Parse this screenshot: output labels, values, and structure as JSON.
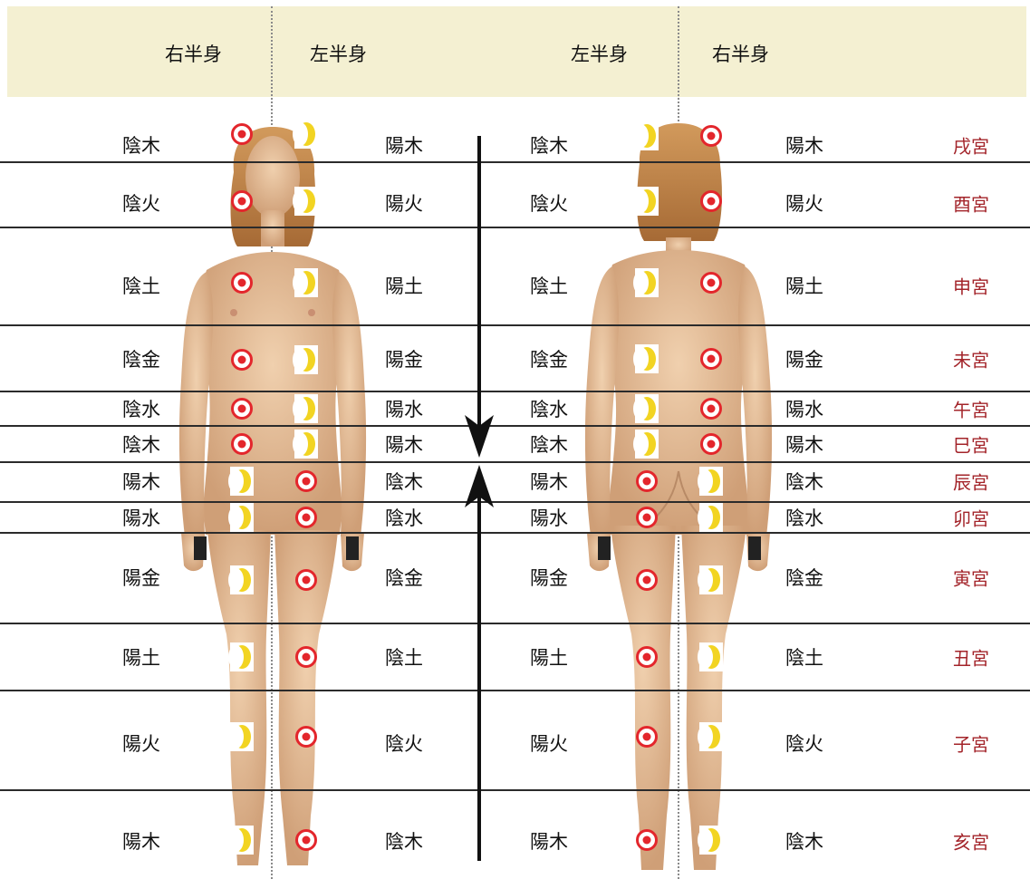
{
  "header": {
    "front_right": "右半身",
    "front_left": "左半身",
    "back_left": "左半身",
    "back_right": "右半身"
  },
  "rows": [
    {
      "fl": "陰木",
      "fr": "陽木",
      "bl": "陰木",
      "br": "陽木",
      "palace": "戌宮"
    },
    {
      "fl": "陰火",
      "fr": "陽火",
      "bl": "陰火",
      "br": "陽火",
      "palace": "酉宮"
    },
    {
      "fl": "陰土",
      "fr": "陽土",
      "bl": "陰土",
      "br": "陽土",
      "palace": "申宮"
    },
    {
      "fl": "陰金",
      "fr": "陽金",
      "bl": "陰金",
      "br": "陽金",
      "palace": "未宮"
    },
    {
      "fl": "陰水",
      "fr": "陽水",
      "bl": "陰水",
      "br": "陽水",
      "palace": "午宮"
    },
    {
      "fl": "陰木",
      "fr": "陽木",
      "bl": "陰木",
      "br": "陽木",
      "palace": "巳宮"
    },
    {
      "fl": "陽木",
      "fr": "陰木",
      "bl": "陽木",
      "br": "陰木",
      "palace": "辰宮"
    },
    {
      "fl": "陽水",
      "fr": "陰水",
      "bl": "陽水",
      "br": "陰水",
      "palace": "卯宮"
    },
    {
      "fl": "陽金",
      "fr": "陰金",
      "bl": "陽金",
      "br": "陰金",
      "palace": "寅宮"
    },
    {
      "fl": "陽土",
      "fr": "陰土",
      "bl": "陽土",
      "br": "陰土",
      "palace": "丑宮"
    },
    {
      "fl": "陽火",
      "fr": "陰火",
      "bl": "陽火",
      "br": "陰火",
      "palace": "子宮"
    },
    {
      "fl": "陽木",
      "fr": "陰木",
      "bl": "陽木",
      "br": "陰木",
      "palace": "亥宮"
    }
  ],
  "icons": {
    "sun": "sun-icon",
    "moon": "moon-icon"
  },
  "colors": {
    "header_bg": "#f4f0d2",
    "palace_text": "#a3242a",
    "sun": "#e3262c",
    "moon": "#f2d422",
    "skin": "#e6bf98",
    "hair": "#c98a4d"
  }
}
